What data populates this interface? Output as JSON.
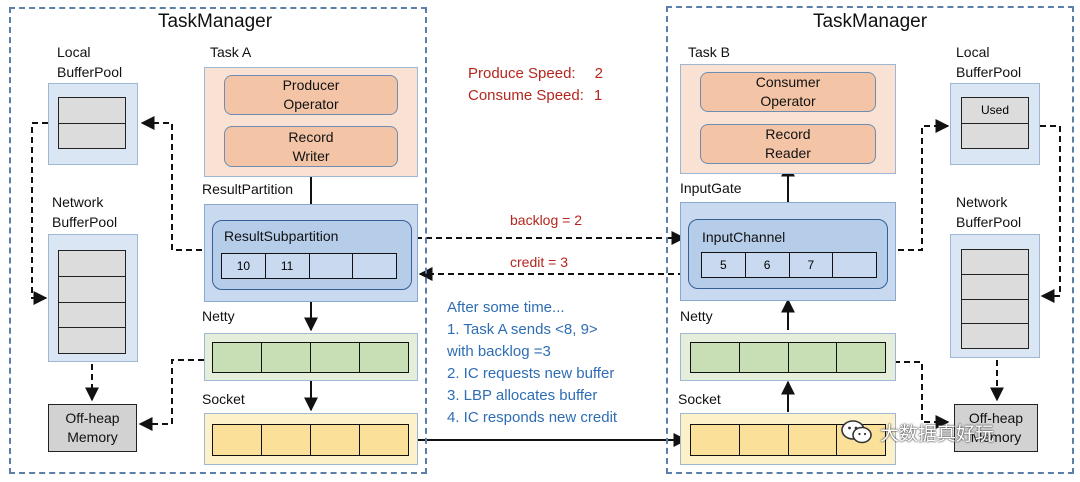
{
  "left": {
    "title": "TaskManager",
    "task_label": "Task A",
    "producer_operator": "Producer\nOperator",
    "record_writer": "Record\nWriter",
    "result_partition_label": "ResultPartition",
    "result_subpartition_label": "ResultSubpartition",
    "subpartition_buffers": [
      "10",
      "11",
      "",
      ""
    ],
    "netty_label": "Netty",
    "socket_label": "Socket",
    "local_pool_label": "Local\nBufferPool",
    "network_pool_label": "Network\nBufferPool",
    "offheap_label": "Off-heap\nMemory"
  },
  "right": {
    "title": "TaskManager",
    "task_label": "Task B",
    "consumer_operator": "Consumer\nOperator",
    "record_reader": "Record\nReader",
    "input_gate_label": "InputGate",
    "input_channel_label": "InputChannel",
    "channel_buffers": [
      "5",
      "6",
      "7",
      ""
    ],
    "netty_label": "Netty",
    "socket_label": "Socket",
    "local_pool_label": "Local\nBufferPool",
    "local_pool_used": "Used",
    "network_pool_label": "Network\nBufferPool",
    "offheap_label": "Off-heap\nMemory"
  },
  "speeds": {
    "produce_label": "Produce Speed:",
    "produce_value": "2",
    "consume_label": "Consume Speed:",
    "consume_value": "1"
  },
  "arrows": {
    "backlog": "backlog = 2",
    "credit": "credit = 3"
  },
  "notes": {
    "heading": "After some time...",
    "items": [
      "1.    Task A sends <8, 9>",
      "with backlog =3",
      "2.    IC requests new buffer",
      "3.    LBP allocates buffer",
      "4.    IC responds new credit"
    ]
  },
  "watermark": "大数据真好玩",
  "colors": {
    "frame": "#5b7fa8",
    "speed_text": "#b4261e",
    "note_text": "#2e6db4"
  }
}
